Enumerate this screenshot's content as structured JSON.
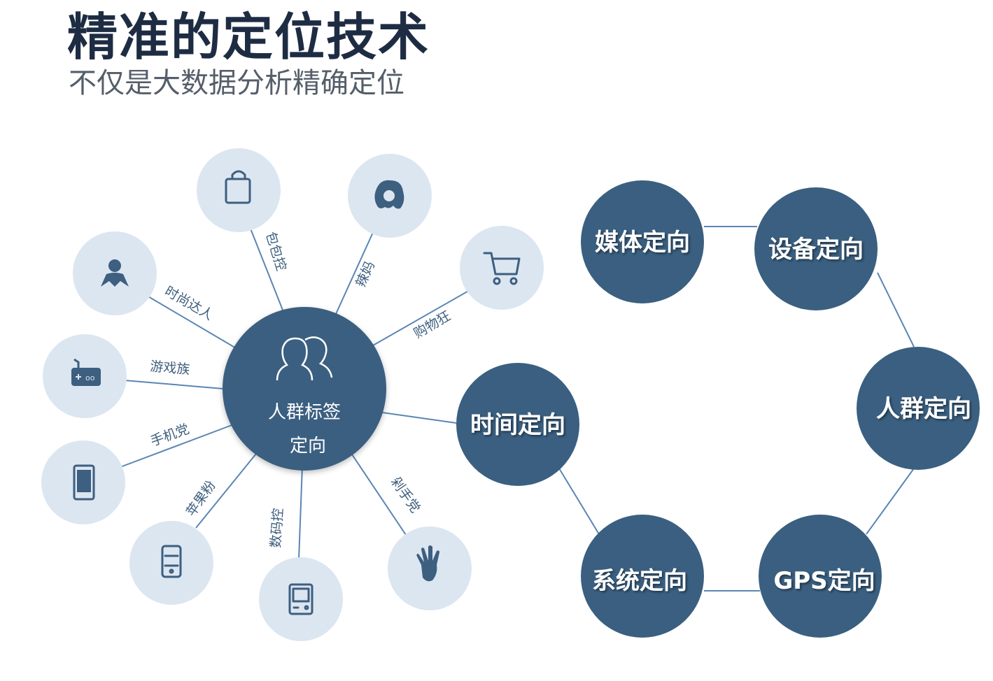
{
  "header": {
    "title": "精准的定位技术",
    "subtitle": "不仅是大数据分析精确定位"
  },
  "colors": {
    "title": "#1e2c43",
    "subtitle": "#555e69",
    "node_dark": "#3a5f80",
    "node_light": "#dce6f1",
    "line": "#5a86b4",
    "icon": "#3d5f80"
  },
  "center": {
    "line1": "人群标签",
    "line2": "定向",
    "icon": "people-icon"
  },
  "tags": [
    {
      "label": "包包控",
      "icon": "shopping-bag-icon"
    },
    {
      "label": "辣妈",
      "icon": "woman-face-icon"
    },
    {
      "label": "购物狂",
      "icon": "shopping-cart-icon"
    },
    {
      "label": "时尚达人",
      "icon": "fashion-person-icon"
    },
    {
      "label": "游戏族",
      "icon": "gamepad-icon"
    },
    {
      "label": "手机党",
      "icon": "mobile-phone-icon"
    },
    {
      "label": "苹果粉",
      "icon": "iphone-icon"
    },
    {
      "label": "数码控",
      "icon": "handheld-device-icon"
    },
    {
      "label": "剁手党",
      "icon": "hand-icon"
    }
  ],
  "ring": {
    "nodes": [
      {
        "id": "time",
        "label": "时间定向"
      },
      {
        "id": "media",
        "label": "媒体定向"
      },
      {
        "id": "device",
        "label": "设备定向"
      },
      {
        "id": "crowd",
        "label": "人群定向"
      },
      {
        "id": "gps",
        "label": "GPS定向"
      },
      {
        "id": "system",
        "label": "系统定向"
      }
    ]
  }
}
